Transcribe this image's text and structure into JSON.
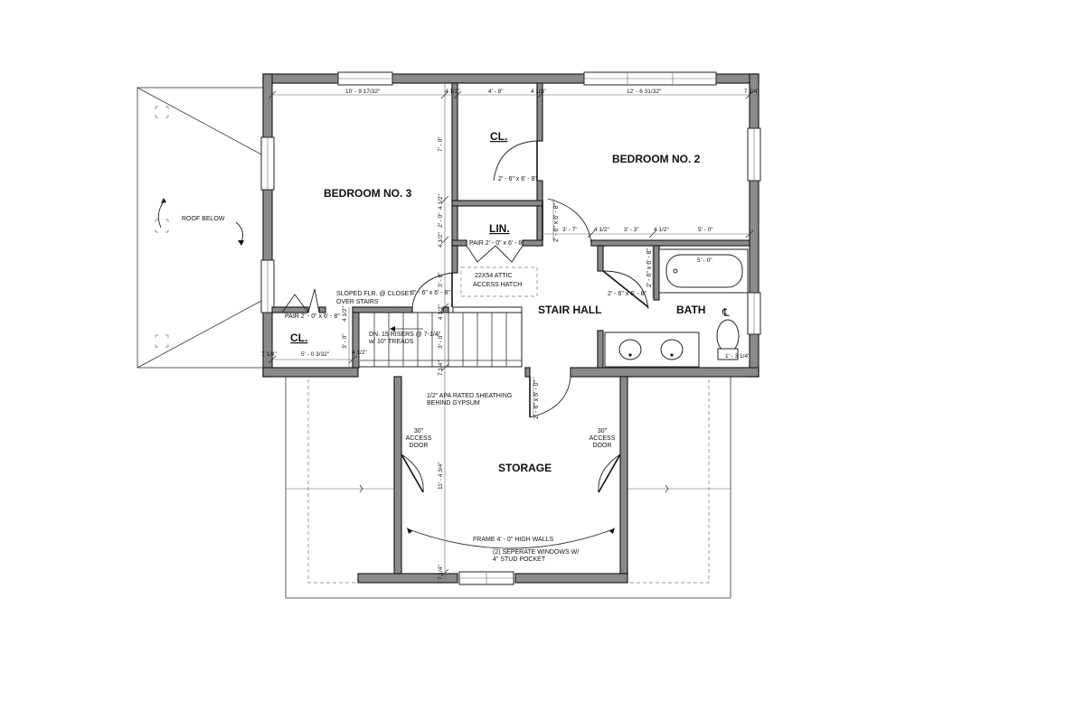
{
  "rooms": {
    "bedroom3": "BEDROOM NO. 3",
    "bedroom2": "BEDROOM NO. 2",
    "closet_top": "CL.",
    "closet_left": "CL.",
    "linen": "LIN.",
    "stair_hall": "STAIR HALL",
    "bath": "BATH",
    "storage": "STORAGE"
  },
  "notes": {
    "roof_below": "ROOF BELOW",
    "attic_hatch_1": "22X54 ATTIC",
    "attic_hatch_2": "ACCESS HATCH",
    "sloped_1": "SLOPED FLR. @ CLOSET",
    "sloped_2": "OVER STAIRS",
    "stairs_1": "DN. 15 RISERS @ 7-1/4\"",
    "stairs_2": "w/ 10\" TREADS",
    "sheathing_1": "1/2\" APA RATED SHEATHING",
    "sheathing_2": "BEHIND GYPSUM",
    "access_left_1": "30\"",
    "access_left_2": "ACCESS",
    "access_left_3": "DOOR",
    "access_right_1": "30\"",
    "access_right_2": "ACCESS",
    "access_right_3": "DOOR",
    "frame_walls": "FRAME 4' - 0\" HIGH WALLS",
    "windows_1": "(2) SEPERATE WINDOWS W/",
    "windows_2": "4\" STUD POCKET",
    "pair_lin": "PAIR 2' - 0\" x 6' - 8\"",
    "pair_cl": "PAIR 2' - 0\" x 6' - 8\"",
    "door_cl_top": "2' - 6\" x 6' - 8\"",
    "door_bed3": "2' - 6\" x 6' - 8\"",
    "door_bed2": "2' - 6\" x 6' - 8\"",
    "door_bath_v": "2' - 6\" x 6' - 8\"",
    "door_bath": "2' - 6\" x 6' - 8\"",
    "door_storage": "2' - 6\" x 6' - 0\""
  },
  "dimensions": {
    "top_bed3": "10' - 9 17/32\"",
    "top_wall1": "4 1/2\"",
    "top_cl": "4' - 8\"",
    "top_wall2": "4 1/2\"",
    "top_bed2": "12' - 6 31/32\"",
    "top_right": "7 1/4\"",
    "v_cl": "7' - 0\"",
    "v_wall_a": "4 1/2\"",
    "v_lin": "2' - 0\"",
    "v_wall_b": "4 1/2\"",
    "v_hall": "3' - 8\"",
    "v_wall_c": "4 1/2\"",
    "v_stair": "3' - 0\"",
    "v_wall_d": "7 1/4\"",
    "v_storage": "11' - 4 3/4\"",
    "v_bottom": "7 1/4\"",
    "hall_37": "3' - 7\"",
    "hall_w1": "4 1/2\"",
    "hall_33": "3' - 3\"",
    "hall_w2": "4 1/2\"",
    "bath_50": "5' - 0\"",
    "tub_50": "5' - 0\"",
    "cl_left_w": "7 1/4\"",
    "cl_left_len": "5' - 0 3/32\"",
    "cl_left_wall": "4 1/2\"",
    "cl_left_v1": "4 1/2\"",
    "cl_left_v2": "3' - 0\"",
    "bath_wc": "1' - 3 1/4\""
  },
  "symbols": {
    "centerline": "℄"
  }
}
